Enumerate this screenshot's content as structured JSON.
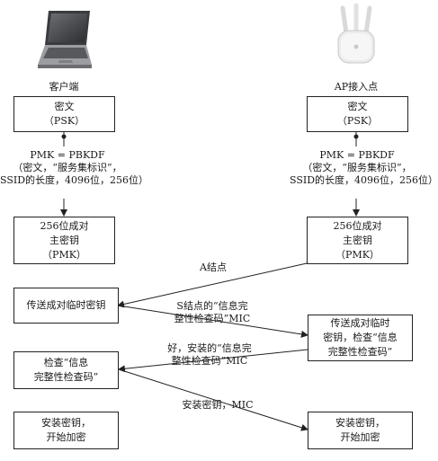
{
  "left": {
    "device_label": "客户端",
    "psk_box": [
      "密文",
      "（PSK）"
    ],
    "pmk_formula": [
      "PMK = PBKDF",
      "（密文，“服务集标识”，",
      "SSID的长度，4096位，256位）"
    ],
    "pmk_box": [
      "256位成对",
      "主密钥",
      "（PMK）"
    ],
    "ptk_box": [
      "传送成对临时密钥"
    ],
    "check_box": [
      "检查“信息",
      "完整性检查码”"
    ],
    "install_box": [
      "安装密钥，",
      "开始加密"
    ]
  },
  "right": {
    "device_label": "AP接入点",
    "psk_box": [
      "密文",
      "（PSK）"
    ],
    "pmk_formula": [
      "PMK = PBKDF",
      "（密文，“服务集标识”，",
      "SSID的长度，4096位，256位）"
    ],
    "pmk_box": [
      "256位成对",
      "主密钥",
      "（PMK）"
    ],
    "ptk_box": [
      "传送成对临时",
      "密钥，检查“信息",
      "完整性检查码”"
    ],
    "install_box": [
      "安装密钥，",
      "开始加密"
    ]
  },
  "messages": {
    "a_nonce": [
      "A结点"
    ],
    "s_nonce": [
      "S结点的“信息完",
      "整性检查码”MIC"
    ],
    "install_ack": [
      "好，安装的“信息完",
      "整性检查码”MIC"
    ],
    "install_key": [
      "安装密钥，MIC"
    ]
  }
}
